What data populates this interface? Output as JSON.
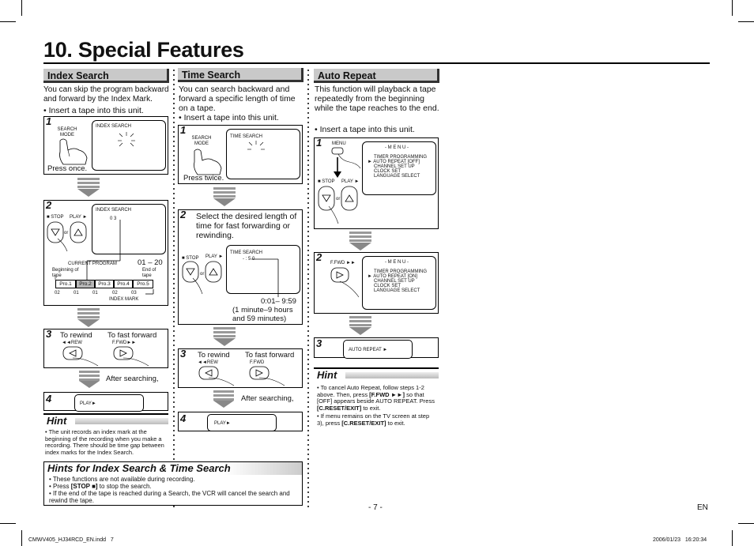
{
  "title": "10. Special Features",
  "index_search": {
    "heading": "Index Search",
    "intro": "You can skip the program backward and forward by the Index Mark.",
    "bullet": "• Insert a tape into this unit.",
    "step1": {
      "num": "1",
      "button_label": "SEARCH MODE",
      "screen_label": "INDEX SEARCH",
      "caption": "Press once."
    },
    "step2": {
      "num": "2",
      "stop_label": "■ STOP",
      "play_label": "PLAY ►",
      "screen_label": "INDEX SEARCH",
      "screen_value": "0 3",
      "or_label": "or",
      "range": "01 – 20",
      "current_program": "CURRENT PROGRAM",
      "beginning": "Beginning of tape",
      "end": "End of tape",
      "programs": [
        "Pro.1",
        "Pro.2",
        "Pro.3",
        "Pro.4",
        "Pro.5"
      ],
      "marks": [
        "02",
        "01",
        "01",
        "02",
        "03"
      ],
      "index_mark": "INDEX MARK"
    },
    "step3": {
      "num": "3",
      "rewind": "To rewind",
      "rew_label": "◄◄REW",
      "forward": "To fast forward",
      "fwd_label": "F.FWD►►",
      "after": "After searching,"
    },
    "step4": {
      "num": "4",
      "play_label": "PLAY►"
    },
    "hint": {
      "heading": "Hint",
      "text": "• The unit records an index mark at the beginning of the recording when you make a recording. There should be time gap between index marks for the Index Search."
    }
  },
  "time_search": {
    "heading": "Time Search",
    "intro": "You can search backward and forward a specific length of time on a tape.",
    "bullet": "• Insert a tape into this unit.",
    "step1": {
      "num": "1",
      "button_label": "SEARCH MODE",
      "screen_label": "TIME SEARCH",
      "caption": "Press twice."
    },
    "step2": {
      "num": "2",
      "text": "Select the desired length of time for fast forwarding or rewinding.",
      "stop_label": "■ STOP",
      "play_label": "PLAY ►",
      "or_label": "or",
      "screen_label": "TIME SEARCH",
      "screen_value": "- : 5 0",
      "range": "0:01– 9:59",
      "range_note": "(1 minute–9 hours and 59 minutes)"
    },
    "step3": {
      "num": "3",
      "rewind": "To rewind",
      "rew_label": "◄◄REW",
      "forward": "To fast forward",
      "fwd_label": "F.FWD",
      "after": "After searching,"
    },
    "step4": {
      "num": "4",
      "play_label": "PLAY►"
    }
  },
  "auto_repeat": {
    "heading": "Auto Repeat",
    "intro": "This function will playback a tape repeatedly from the beginning while the tape reaches to the end.",
    "bullet": "• Insert a tape into this unit.",
    "step1": {
      "num": "1",
      "button_label": "MENU",
      "stop_label": "■ STOP",
      "play_label": "PLAY ►",
      "or_label": "or",
      "menu_title": "- M E N U -",
      "menu_items": [
        "TIMER PROGRAMMING",
        "► AUTO REPEAT [OFF]",
        "CHANNEL SET UP",
        "CLOCK SET",
        "LANGUAGE SELECT"
      ]
    },
    "step2": {
      "num": "2",
      "button_label": "F.FWD ►►",
      "menu_title": "- M E N U -",
      "menu_items": [
        "TIMER PROGRAMMING",
        "► AUTO REPEAT [ON]",
        "CHANNEL SET UP",
        "CLOCK SET",
        "LANGUAGE SELECT"
      ]
    },
    "step3": {
      "num": "3",
      "screen_label": "AUTO REPEAT ►"
    },
    "hint": {
      "heading": "Hint",
      "line1a": "• To cancel Auto Repeat, follow steps 1-2 above. Then, press ",
      "line1b": "[F.FWD ►►]",
      "line1c": " so that [OFF] appears beside AUTO REPEAT. Press ",
      "line1d": "[C.RESET/EXIT]",
      "line1e": " to exit.",
      "line2a": "• If menu remains on the TV screen at step 3), press ",
      "line2b": "[C.RESET/EXIT]",
      "line2c": " to exit."
    }
  },
  "hints_box": {
    "heading": "Hints for Index Search & Time Search",
    "line1": "• These functions are not available during recording.",
    "line2a": "• Press ",
    "line2b": "[STOP ■]",
    "line2c": " to stop the search.",
    "line3": "• If the end of the tape is reached during a Search, the VCR will cancel the search and rewind the tape."
  },
  "footer": {
    "page": "- 7 -",
    "lang": "EN",
    "file": "CMWV405_HJ34RCD_EN.indd   7",
    "date": "2006/01/23   16:20:34"
  }
}
